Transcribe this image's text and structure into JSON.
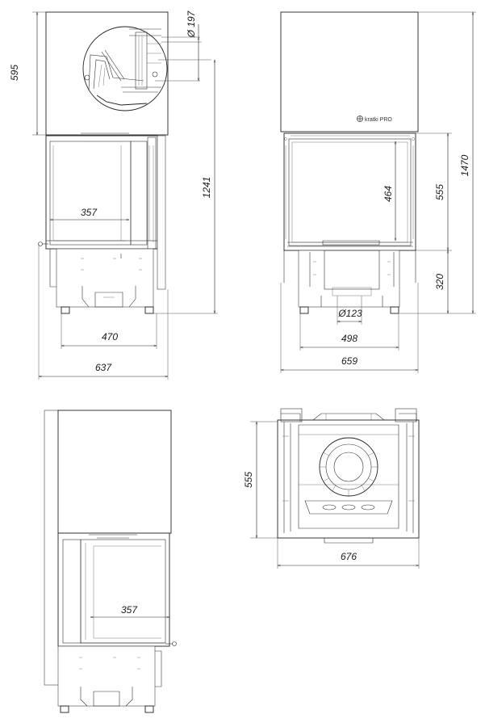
{
  "dimensions": {
    "front_left": {
      "height_upper": "595",
      "flue_diameter": "Ø 197",
      "overall_height_flue": "1241",
      "glass_width": "357",
      "foot_width": "470",
      "overall_width": "637"
    },
    "front_right": {
      "overall_height": "1470",
      "glass_height": "464",
      "door_height": "555",
      "base_height": "320",
      "air_inlet_diameter": "Ø123",
      "base_width": "498",
      "overall_width": "659"
    },
    "side": {
      "glass_width": "357"
    },
    "top": {
      "depth": "555",
      "width": "676"
    }
  },
  "brand": {
    "label": "kratki PRO"
  }
}
